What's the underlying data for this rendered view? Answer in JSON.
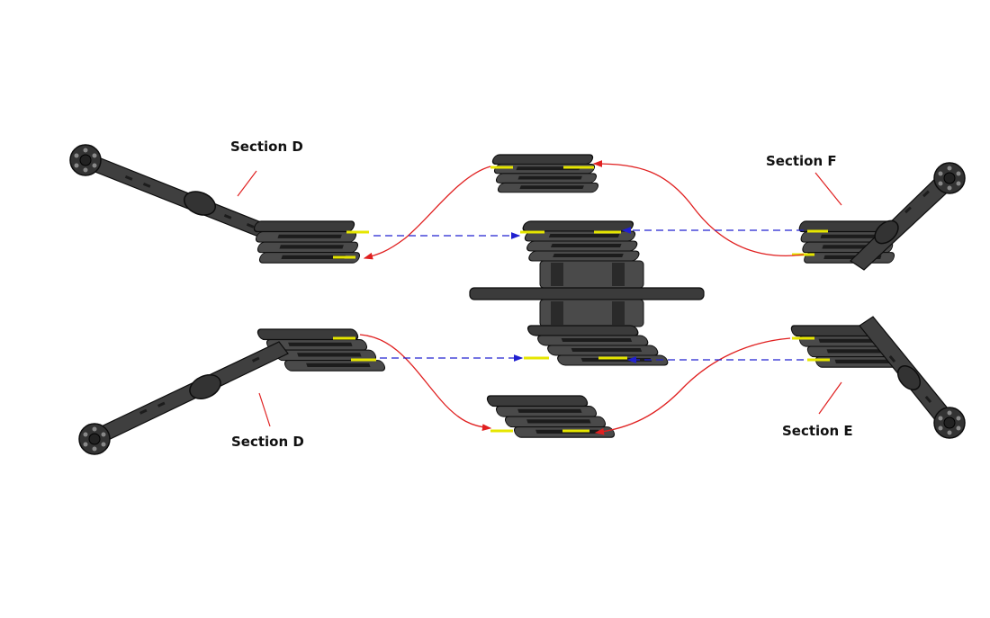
{
  "labels": {
    "section_d_top": "Section D",
    "section_f": "Section F",
    "section_d_bottom": "Section D",
    "section_e": "Section E"
  },
  "colors": {
    "part": "#3b3b3b",
    "highlight": "#e6e600",
    "red_arrow": "#e02020",
    "blue_arrow": "#2020d0"
  }
}
